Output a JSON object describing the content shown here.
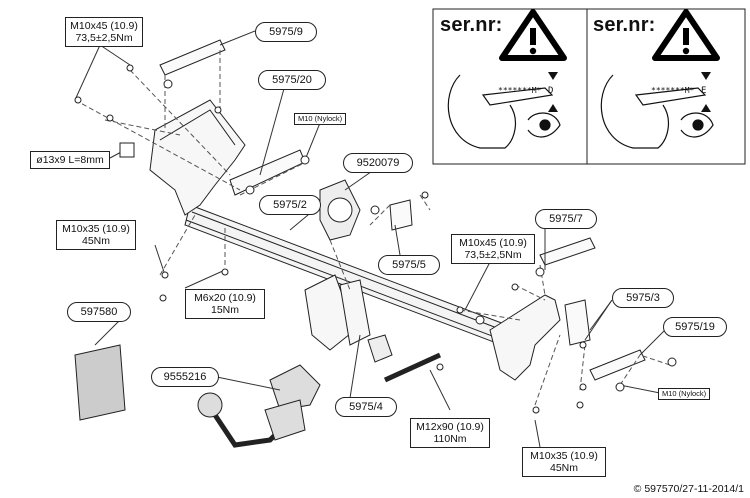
{
  "title_ref": "597570/27-11-2014/1",
  "copyright_symbol": "©",
  "warning": {
    "panel_left": {
      "title": "ser.nr:",
      "serial": "*******M*",
      "suffix": "D"
    },
    "panel_right": {
      "title": "ser.nr:",
      "serial": "*******M*",
      "suffix": "E"
    }
  },
  "parts": {
    "p5975_9": "5975/9",
    "p5975_20": "5975/20",
    "p9520079": "9520079",
    "p5975_2": "5975/2",
    "p5975_5": "5975/5",
    "p5975_7": "5975/7",
    "p5975_3": "5975/3",
    "p5975_19": "5975/19",
    "p597580": "597580",
    "p9555216": "9555216",
    "p5975_4": "5975/4"
  },
  "specs": {
    "bolt_top": {
      "size": "M10x45 (10.9)",
      "torque": "73,5±2,5Nm"
    },
    "nylock_top": "M10 (Nylock)",
    "spacer": "ø13x9 L=8mm",
    "bolt_left": {
      "size": "M10x35 (10.9)",
      "torque": "45Nm"
    },
    "bolt_m6": {
      "size": "M6x20 (10.9)",
      "torque": "15Nm"
    },
    "bolt_right": {
      "size": "M10x45 (10.9)",
      "torque": "73,5±2,5Nm"
    },
    "nylock_right": "M10 (Nylock)",
    "bolt_m12": {
      "size": "M12x90 (10.9)",
      "torque": "110Nm"
    },
    "bolt_bottom": {
      "size": "M10x35 (10.9)",
      "torque": "45Nm"
    }
  }
}
